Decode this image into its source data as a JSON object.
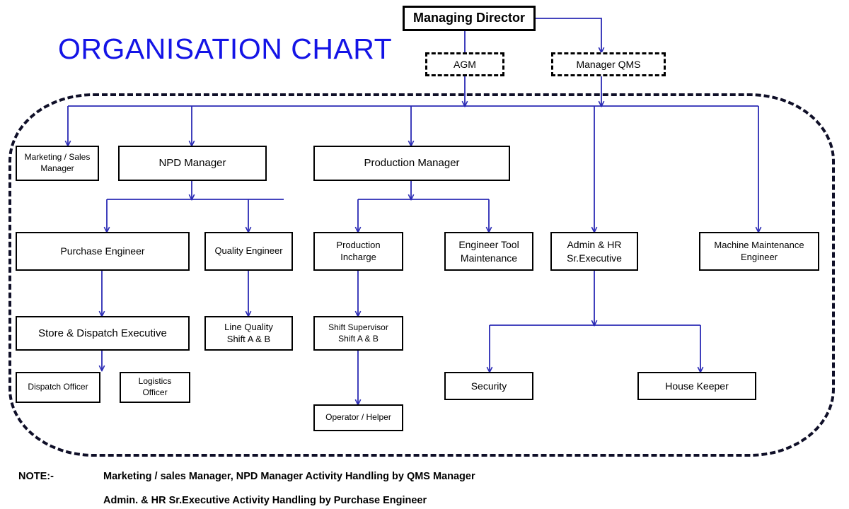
{
  "title": "ORGANISATION CHART",
  "colors": {
    "title": "#1414e6",
    "connector": "#2a2ab4",
    "box_border": "#000000",
    "dashed_region": "#0f0f28",
    "background": "#ffffff"
  },
  "nodes": {
    "managing_director": "Managing Director",
    "agm": "AGM",
    "manager_qms": "Manager QMS",
    "marketing_sales_manager": "Marketing / Sales\nManager",
    "npd_manager": "NPD Manager",
    "production_manager": "Production Manager",
    "purchase_engineer": "Purchase Engineer",
    "quality_engineer": "Quality Engineer",
    "production_incharge": "Production\nIncharge",
    "engineer_tool_maintenance": "Engineer Tool\nMaintenance",
    "admin_hr_sr_executive": "Admin & HR\nSr.Executive",
    "machine_maintenance_engineer": "Machine Maintenance\nEngineer",
    "store_dispatch_executive": "Store & Dispatch Executive",
    "line_quality": "Line Quality\nShift A & B",
    "shift_supervisor": "Shift Supervisor\nShift A & B",
    "dispatch_officer": "Dispatch Officer",
    "logistics_officer": "Logistics\nOfficer",
    "security": "Security",
    "house_keeper": "House Keeper",
    "operator_helper": "Operator / Helper"
  },
  "notes": {
    "label": "NOTE:-",
    "line1": "Marketing / sales Manager, NPD Manager Activity Handling by QMS Manager",
    "line2": "Admin. & HR Sr.Executive Activity Handling by Purchase Engineer"
  },
  "chart_data": {
    "type": "diagram",
    "diagram_kind": "organisation-chart",
    "hierarchy": [
      {
        "name": "Managing Director",
        "level": 0,
        "children": [
          "AGM",
          "Manager QMS"
        ]
      },
      {
        "name": "AGM",
        "level": 1,
        "style": "dash-dot",
        "children": [
          "Marketing / Sales Manager",
          "NPD Manager",
          "Production Manager",
          "Admin & HR Sr.Executive",
          "Machine Maintenance Engineer"
        ]
      },
      {
        "name": "Manager QMS",
        "level": 1,
        "style": "dash-dot",
        "children": []
      },
      {
        "name": "Marketing / Sales Manager",
        "level": 2,
        "children": []
      },
      {
        "name": "NPD Manager",
        "level": 2,
        "children": [
          "Purchase Engineer",
          "Quality Engineer"
        ]
      },
      {
        "name": "Production Manager",
        "level": 2,
        "children": [
          "Production Incharge",
          "Engineer Tool Maintenance"
        ]
      },
      {
        "name": "Purchase Engineer",
        "level": 3,
        "children": [
          "Store & Dispatch Executive"
        ]
      },
      {
        "name": "Quality Engineer",
        "level": 3,
        "children": [
          "Line Quality Shift A & B"
        ]
      },
      {
        "name": "Production Incharge",
        "level": 3,
        "children": [
          "Shift Supervisor Shift A & B"
        ]
      },
      {
        "name": "Engineer Tool Maintenance",
        "level": 3,
        "children": []
      },
      {
        "name": "Admin & HR Sr.Executive",
        "level": 3,
        "children": [
          "Security",
          "House Keeper"
        ]
      },
      {
        "name": "Machine Maintenance Engineer",
        "level": 3,
        "children": []
      },
      {
        "name": "Store & Dispatch Executive",
        "level": 4,
        "children": [
          "Dispatch Officer",
          "Logistics Officer"
        ]
      },
      {
        "name": "Line Quality Shift A & B",
        "level": 4,
        "children": []
      },
      {
        "name": "Shift Supervisor Shift A & B",
        "level": 4,
        "children": [
          "Operator / Helper"
        ]
      },
      {
        "name": "Dispatch Officer",
        "level": 5,
        "children": []
      },
      {
        "name": "Logistics Officer",
        "level": 5,
        "children": []
      },
      {
        "name": "Security",
        "level": 5,
        "children": []
      },
      {
        "name": "House Keeper",
        "level": 5,
        "children": []
      },
      {
        "name": "Operator / Helper",
        "level": 6,
        "children": []
      }
    ],
    "title": "ORGANISATION CHART",
    "annotations": [
      "NOTE:- Marketing / sales Manager, NPD Manager Activity Handling by QMS Manager",
      "Admin. & HR Sr.Executive Activity Handling by Purchase Engineer"
    ]
  }
}
